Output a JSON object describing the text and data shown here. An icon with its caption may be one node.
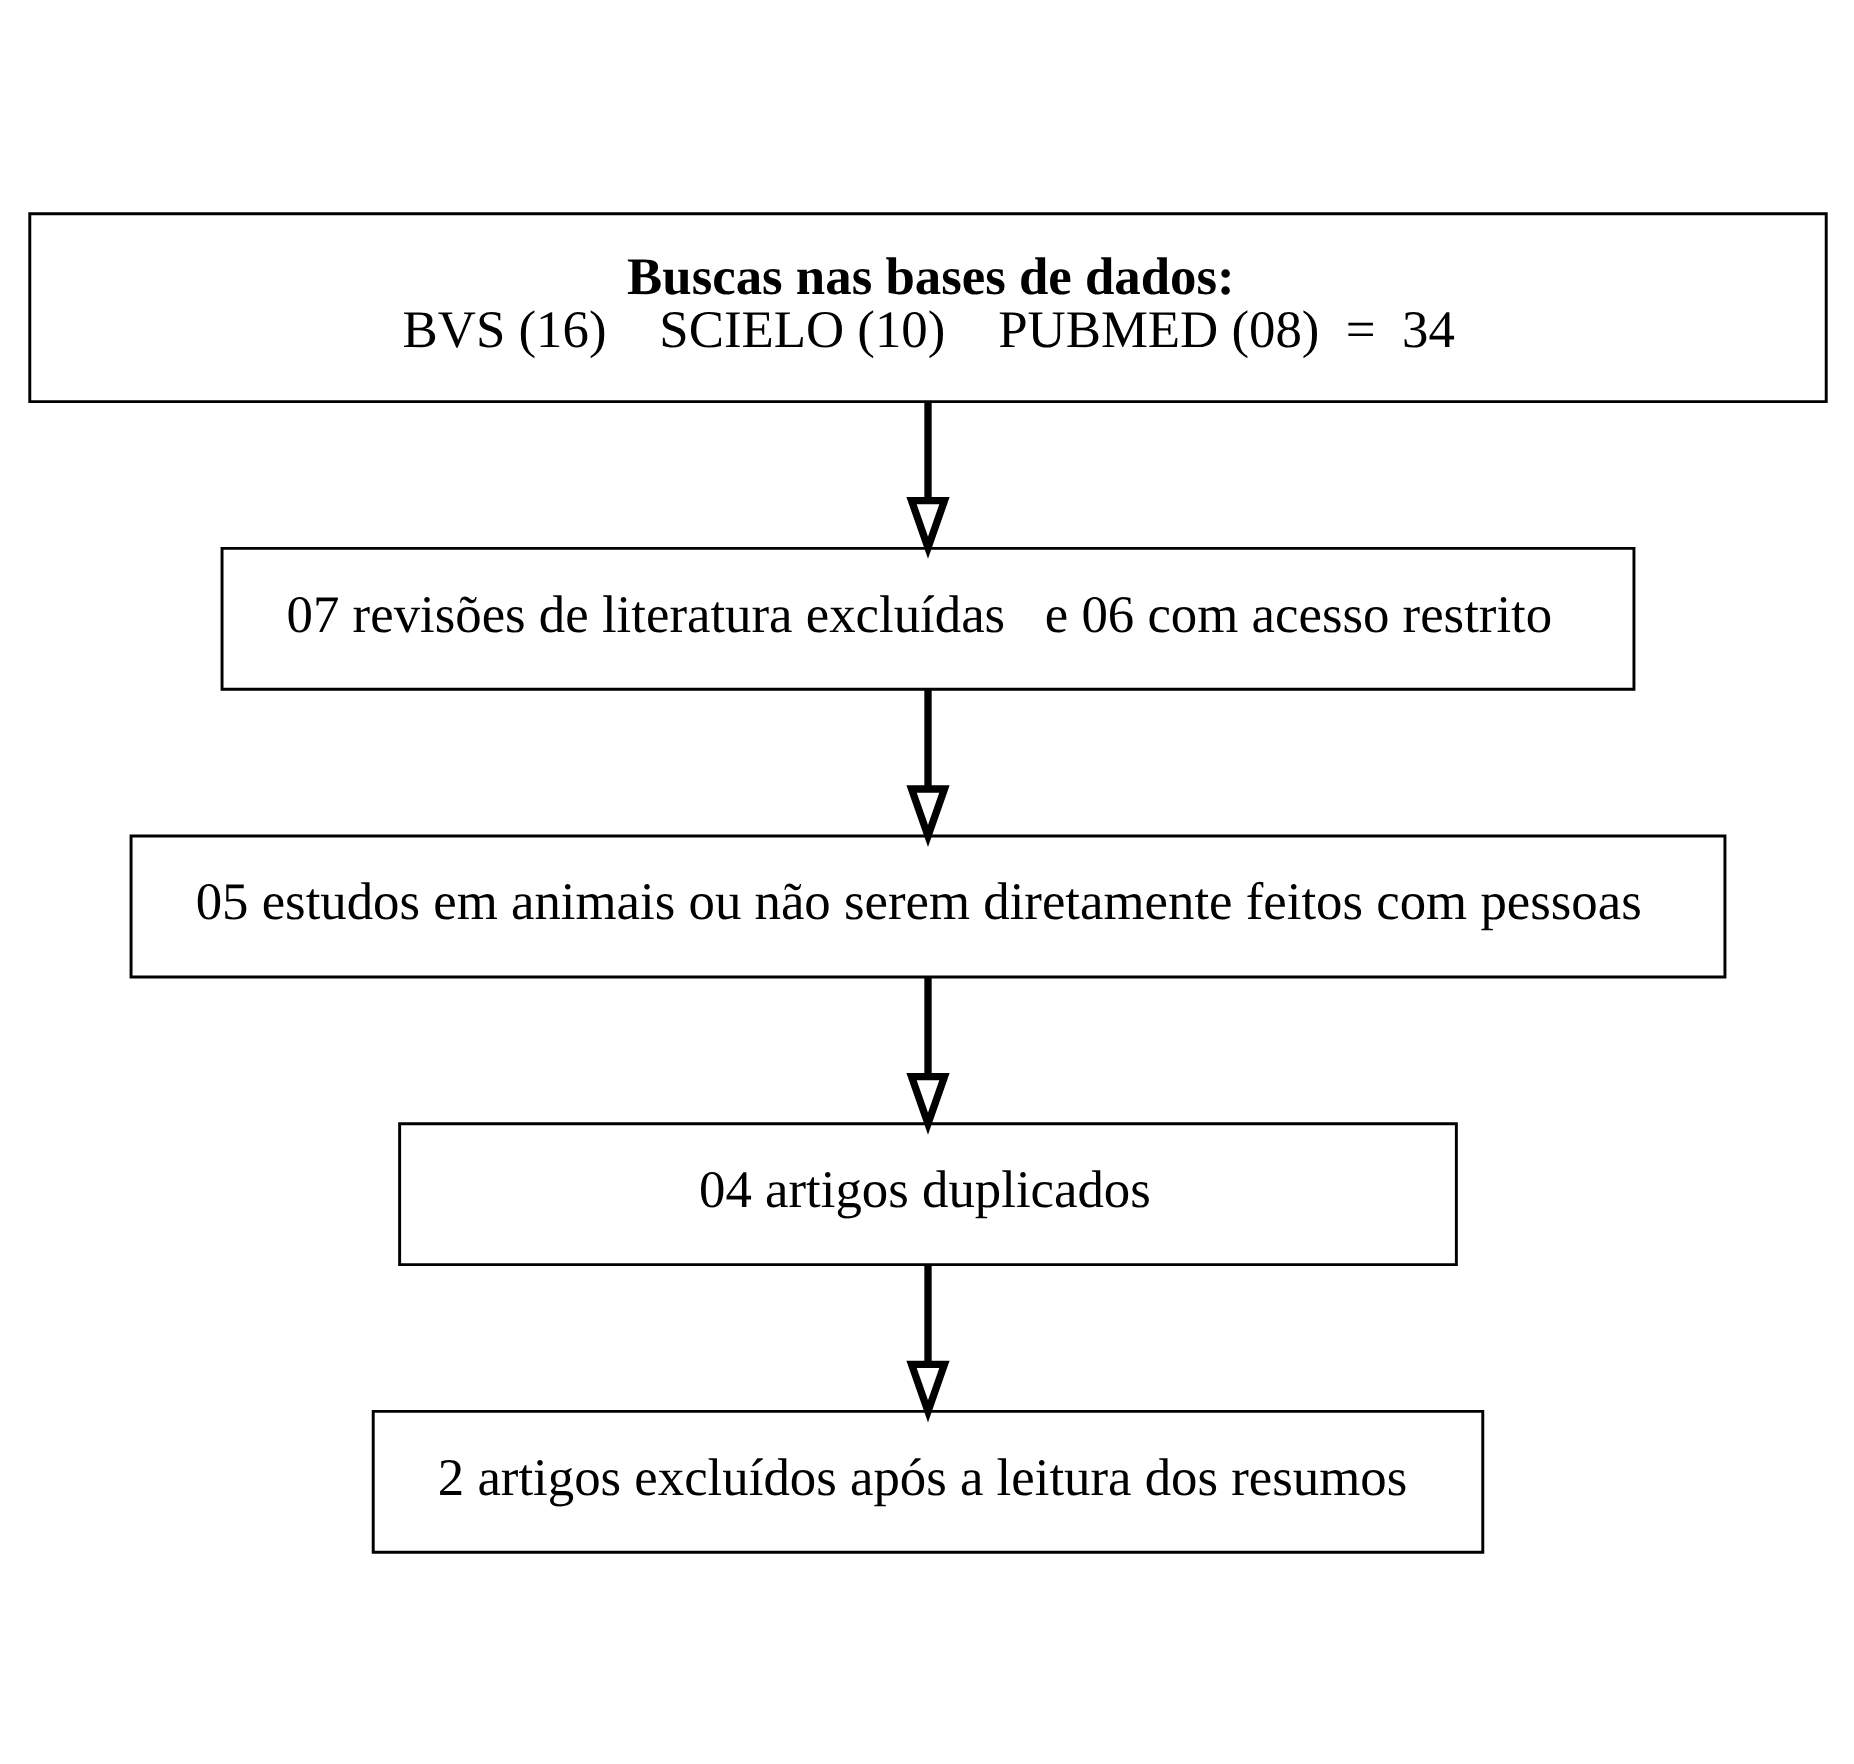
{
  "diagram": {
    "nodes": [
      {
        "text": [
          "Buscas nas bases de dados:",
          "BVS (16)    SCIELO (10)    PUBMED (08)  =  34"
        ]
      },
      {
        "text": [
          "07 revisões de literatura excluídas   e 06 com acesso restrito"
        ]
      },
      {
        "text": [
          "05 estudos em animais ou não serem diretamente feitos com pessoas"
        ]
      },
      {
        "text": [
          "04 artigos duplicados"
        ]
      },
      {
        "text": [
          "2 artigos excluídos após a leitura dos resumos"
        ]
      }
    ],
    "edges": [
      {
        "from": 0,
        "to": 1,
        "arrow": "to"
      },
      {
        "from": 1,
        "to": 2,
        "arrow": "to"
      },
      {
        "from": 2,
        "to": 3,
        "arrow": "to"
      },
      {
        "from": 3,
        "to": 4,
        "arrow": "to"
      }
    ]
  }
}
